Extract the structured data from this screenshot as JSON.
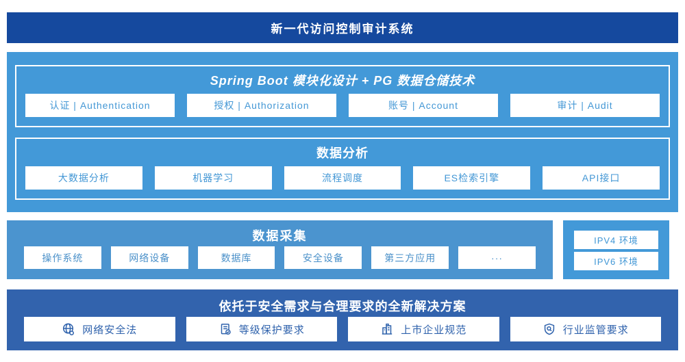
{
  "banner": {
    "title": "新一代访问控制审计系统"
  },
  "platform": {
    "modules_panel": {
      "title": "Spring Boot 模块化设计 + PG 数据仓储技术",
      "items": [
        "认证 | Authentication",
        "授权 | Authorization",
        "账号 | Account",
        "审计 | Audit"
      ]
    },
    "analysis_panel": {
      "title": "数据分析",
      "items": [
        "大数据分析",
        "机器学习",
        "流程调度",
        "ES检索引擎",
        "API接口"
      ]
    }
  },
  "collection": {
    "title": "数据采集",
    "items": [
      "操作系统",
      "网络设备",
      "数据库",
      "安全设备",
      "第三方应用",
      "···"
    ]
  },
  "environments": {
    "items": [
      "IPV4 环境",
      "IPV6 环境"
    ]
  },
  "solution": {
    "title": "依托于安全需求与合理要求的全新解决方案",
    "items": [
      {
        "icon": "globe-icon",
        "label": "网络安全法"
      },
      {
        "icon": "document-check-icon",
        "label": "等级保护要求"
      },
      {
        "icon": "building-icon",
        "label": "上市企业规范"
      },
      {
        "icon": "shield-search-icon",
        "label": "行业监管要求"
      }
    ]
  },
  "colors": {
    "banner_bg": "#15499E",
    "platform_bg": "#4399D8",
    "collection_bg": "#4B94CF",
    "env_bg": "#4399D8",
    "solution_bg": "#3263AD",
    "item_text_light": "#4397D5",
    "solution_item_text": "#2F62AC",
    "white": "#FFFFFF"
  }
}
